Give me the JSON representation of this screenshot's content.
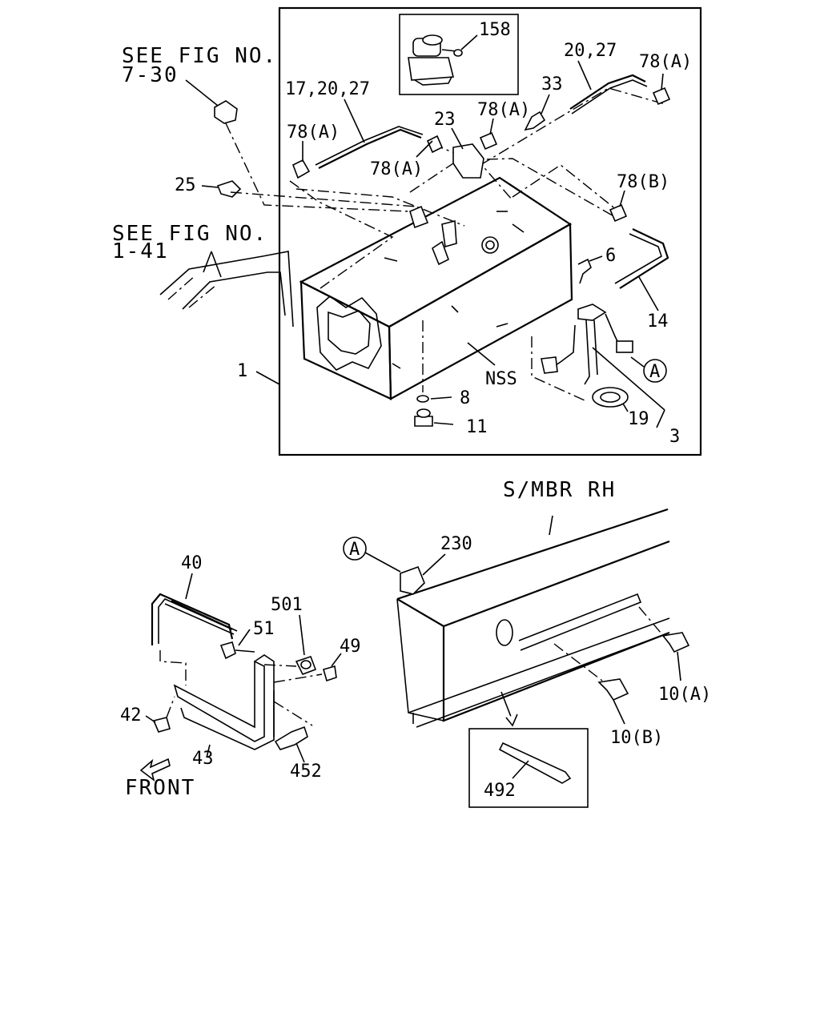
{
  "references": {
    "fig_7_30": [
      "SEE FIG NO.",
      "7-30"
    ],
    "fig_1_41": [
      "SEE FIG NO.",
      "1-41"
    ],
    "side_member": "S/MBR RH",
    "front": "FRONT",
    "nss": "NSS",
    "circle_a_1": "A",
    "circle_a_2": "A"
  },
  "callouts": {
    "c158": "158",
    "c20_27": "20,27",
    "c78a_1": "78(A)",
    "c17_20_27": "17,20,27",
    "c33": "33",
    "c78a_2": "78(A)",
    "c23": "23",
    "c78a_3": "78(A)",
    "c78a_4": "78(A)",
    "c25": "25",
    "c78b": "78(B)",
    "c6": "6",
    "c14": "14",
    "c1": "1",
    "c8": "8",
    "c11": "11",
    "c19": "19",
    "c3": "3",
    "c230": "230",
    "c40": "40",
    "c501": "501",
    "c51": "51",
    "c49": "49",
    "c42": "42",
    "c43": "43",
    "c452": "452",
    "c10a": "10(A)",
    "c10b": "10(B)",
    "c492": "492"
  }
}
